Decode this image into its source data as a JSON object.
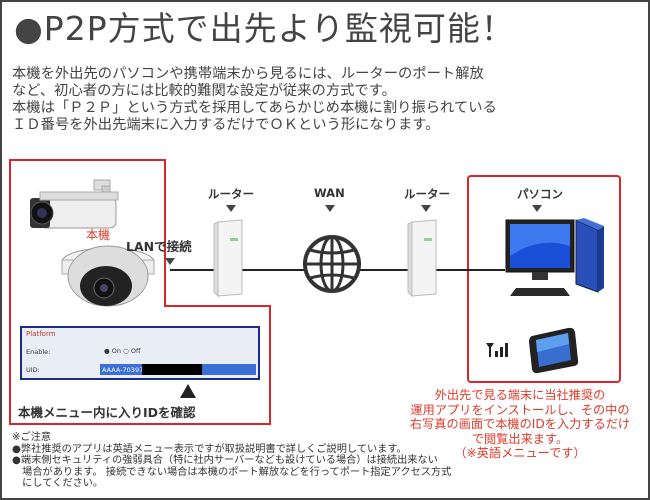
{
  "title": "●P2P方式で出先より監視可能！",
  "intro": [
    "本機を外出先のパソコンや携帯端末から見るには、ルーターのポート解放",
    "など、初心者の方には比較的難関な設定が従来の方式です。",
    "本機は「Ｐ２Ｐ」という方式を採用してあらかじめ本機に割り振られている",
    "ＩＤ番号を外出先端末に入力するだけでＯＫという形になります。"
  ],
  "diagram": {
    "camera_label": "本機",
    "lan_label": "LANで接続",
    "router_left_label": "ルーター",
    "wan_label": "WAN",
    "router_right_label": "ルーター",
    "pc_label": "パソコン",
    "menu_caption": "本機メニュー内に入りIDを確認",
    "panel": {
      "title": "Platform",
      "enable_label": "Enable:",
      "on_label": "On",
      "off_label": "Off",
      "uid_label": "UID:",
      "uid_value": "AAAA-703973"
    },
    "remote_note": [
      "外出先で見る端末に当社推奨の",
      "運用アプリをインストールし、その中の",
      "右写真の画面で本機のIDを入力するだけ",
      "で閲覧出来ます。",
      "（※英語メニューです）"
    ]
  },
  "footer": [
    "※ご注意",
    "●弊社推奨のアプリは英語メニュー表示ですが取扱説明書で詳しくご説明しています。",
    "●端末側セキュリティの強弱具合（特に社内サーバーなども設けている場合）は接続出来ない",
    "　場合があります。 接続できない場合は本機のポート解放などを行ってポート指定アクセス方式",
    "　にしてください。"
  ],
  "colors": {
    "accent_red": "#d8262b",
    "note_red": "#e03a2b",
    "panel_border": "#1a2b8a",
    "uid_field": "#3b6fd6"
  },
  "icons": [
    "bullet-camera-icon",
    "dome-camera-icon",
    "router-icon",
    "globe-icon",
    "desktop-pc-icon",
    "smartphone-icon",
    "signal-icon",
    "up-arrow-icon"
  ]
}
